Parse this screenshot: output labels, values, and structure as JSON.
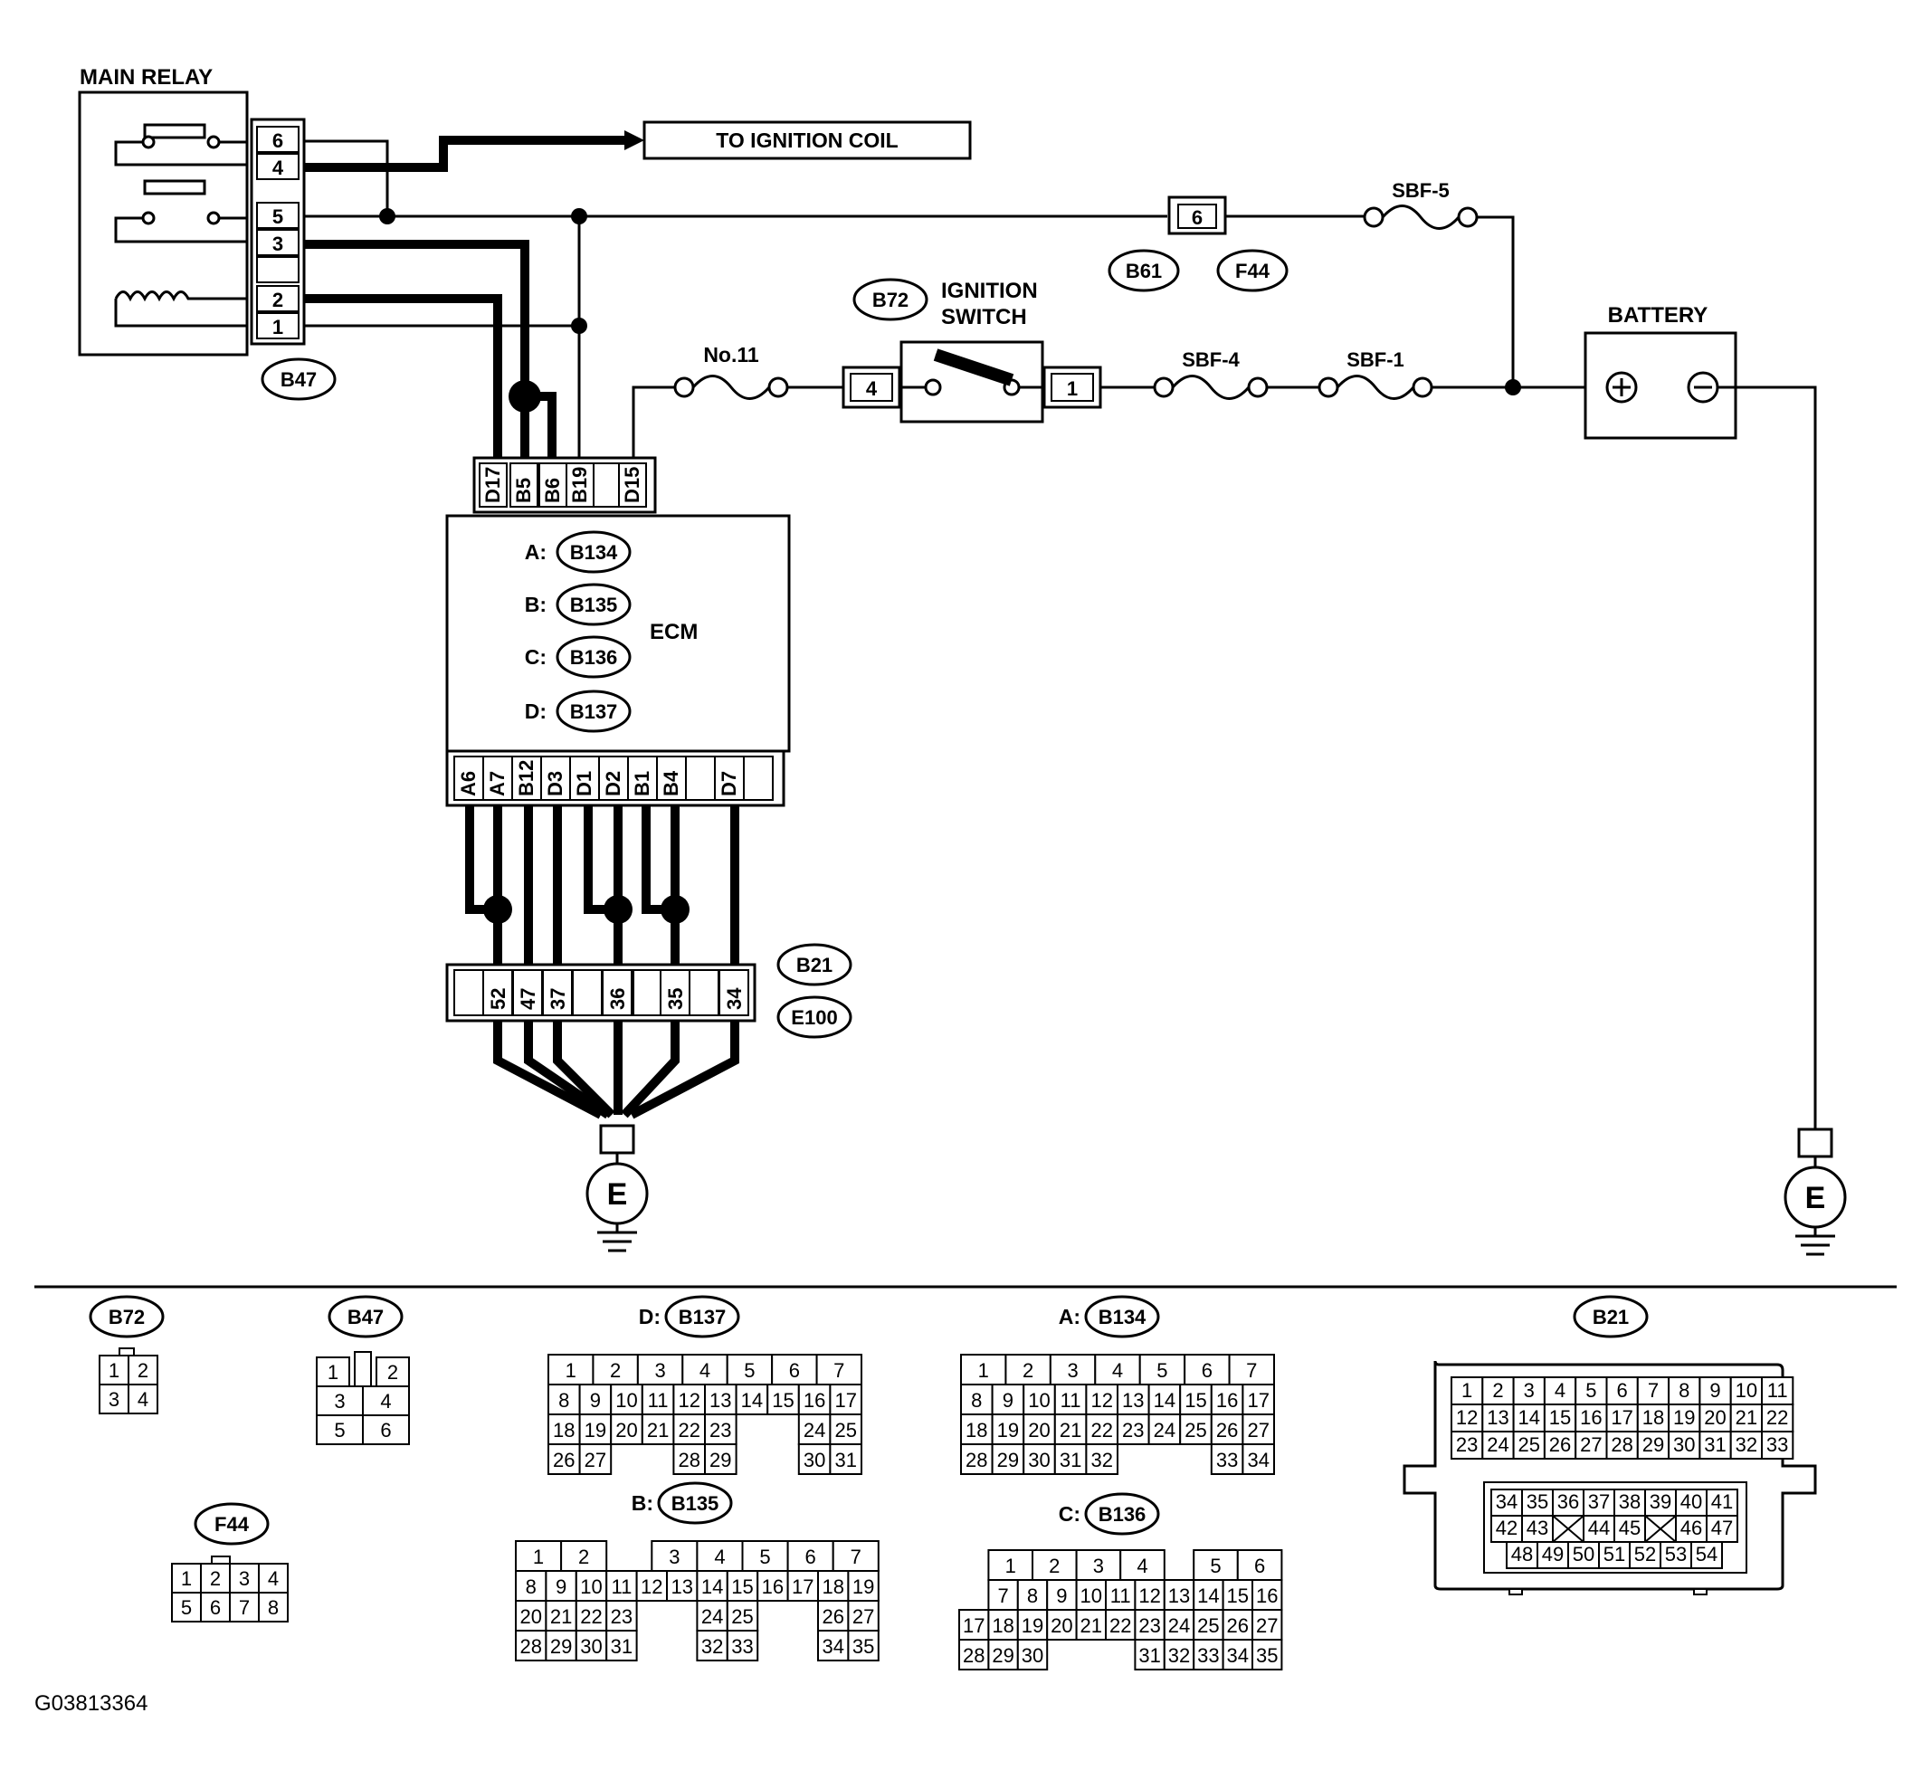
{
  "main_relay": {
    "title": "MAIN RELAY",
    "pins": [
      "6",
      "4",
      "5",
      "3",
      "2",
      "1"
    ],
    "id": "B47"
  },
  "to_ignition_coil": "TO IGNITION COIL",
  "fuse_block": {
    "connector_pin": "6",
    "ids": [
      "B61",
      "F44"
    ],
    "sbf5": "SBF-5"
  },
  "ignition_switch": {
    "id": "B72",
    "label_line1": "IGNITION",
    "label_line2": "SWITCH",
    "pin_in": "4",
    "pin_out": "1"
  },
  "fuses": {
    "no11": "No.11",
    "sbf4": "SBF-4",
    "sbf1": "SBF-1"
  },
  "battery": {
    "label": "BATTERY",
    "pos": "+",
    "neg": "−"
  },
  "ecm": {
    "label": "ECM",
    "top_pins": [
      "D17",
      "B5",
      "B6",
      "B19",
      "",
      "D15"
    ],
    "connectors": [
      {
        "prefix": "A:",
        "id": "B134"
      },
      {
        "prefix": "B:",
        "id": "B135"
      },
      {
        "prefix": "C:",
        "id": "B136"
      },
      {
        "prefix": "D:",
        "id": "B137"
      }
    ],
    "bottom_pins": [
      "A6",
      "A7",
      "B12",
      "D3",
      "D1",
      "D2",
      "B1",
      "B4",
      "",
      "D7",
      ""
    ]
  },
  "joint": {
    "pins": [
      "",
      "52",
      "47",
      "37",
      "",
      "36",
      "",
      "35",
      "",
      "34"
    ],
    "ids": [
      "B21",
      "E100"
    ]
  },
  "ground": "E",
  "figure_id": "G03813364",
  "connector_views": {
    "b72": {
      "id": "B72",
      "rows": [
        [
          "1",
          "2"
        ],
        [
          "3",
          "4"
        ]
      ]
    },
    "b47": {
      "id": "B47",
      "rows": [
        [
          "1",
          "",
          "2"
        ],
        [
          "3",
          "4"
        ],
        [
          "5",
          "6"
        ]
      ]
    },
    "f44": {
      "id": "F44",
      "rows": [
        [
          "1",
          "2",
          "3",
          "4"
        ],
        [
          "5",
          "6",
          "7",
          "8"
        ]
      ]
    },
    "d_b137": {
      "prefix": "D:",
      "id": "B137",
      "rows": [
        [
          "1",
          "2",
          "3",
          "4",
          "5",
          "6",
          "7"
        ],
        [
          "8",
          "9",
          "10",
          "11",
          "12",
          "13",
          "14",
          "15",
          "16",
          "17"
        ],
        [
          "18",
          "19",
          "20",
          "21",
          "22",
          "23",
          "24",
          "25"
        ],
        [
          "26",
          "27",
          "28",
          "29",
          "30",
          "31"
        ]
      ]
    },
    "b_b135": {
      "prefix": "B:",
      "id": "B135",
      "rows": [
        [
          "1",
          "2",
          "3",
          "4",
          "5",
          "6",
          "7"
        ],
        [
          "8",
          "9",
          "10",
          "11",
          "12",
          "13",
          "14",
          "15",
          "16",
          "17",
          "18",
          "19"
        ],
        [
          "20",
          "21",
          "22",
          "23",
          "24",
          "25",
          "26",
          "27"
        ],
        [
          "28",
          "29",
          "30",
          "31",
          "32",
          "33",
          "34",
          "35"
        ]
      ]
    },
    "a_b134": {
      "prefix": "A:",
      "id": "B134",
      "rows": [
        [
          "1",
          "2",
          "3",
          "4",
          "5",
          "6",
          "7"
        ],
        [
          "8",
          "9",
          "10",
          "11",
          "12",
          "13",
          "14",
          "15",
          "16",
          "17"
        ],
        [
          "18",
          "19",
          "20",
          "21",
          "22",
          "23",
          "24",
          "25",
          "26",
          "27"
        ],
        [
          "28",
          "29",
          "30",
          "31",
          "32",
          "33",
          "34"
        ]
      ]
    },
    "c_b136": {
      "prefix": "C:",
      "id": "B136",
      "rows": [
        [
          "1",
          "2",
          "3",
          "4",
          "5",
          "6"
        ],
        [
          "7",
          "8",
          "9",
          "10",
          "11",
          "12",
          "13",
          "14",
          "15",
          "16"
        ],
        [
          "17",
          "18",
          "19",
          "20",
          "21",
          "22",
          "23",
          "24",
          "25",
          "26",
          "27"
        ],
        [
          "28",
          "29",
          "30",
          "31",
          "32",
          "33",
          "34",
          "35"
        ]
      ]
    },
    "b21": {
      "id": "B21",
      "rows": [
        [
          "1",
          "2",
          "3",
          "4",
          "5",
          "6",
          "7",
          "8",
          "9",
          "10",
          "11"
        ],
        [
          "12",
          "13",
          "14",
          "15",
          "16",
          "17",
          "18",
          "19",
          "20",
          "21",
          "22"
        ],
        [
          "23",
          "24",
          "25",
          "26",
          "27",
          "28",
          "29",
          "30",
          "31",
          "32",
          "33"
        ],
        [
          "34",
          "35",
          "36",
          "37",
          "38",
          "39",
          "40",
          "41"
        ],
        [
          "42",
          "43",
          "",
          "44",
          "45",
          "",
          "46",
          "47"
        ],
        [
          "48",
          "49",
          "50",
          "51",
          "52",
          "53",
          "54"
        ]
      ]
    }
  }
}
